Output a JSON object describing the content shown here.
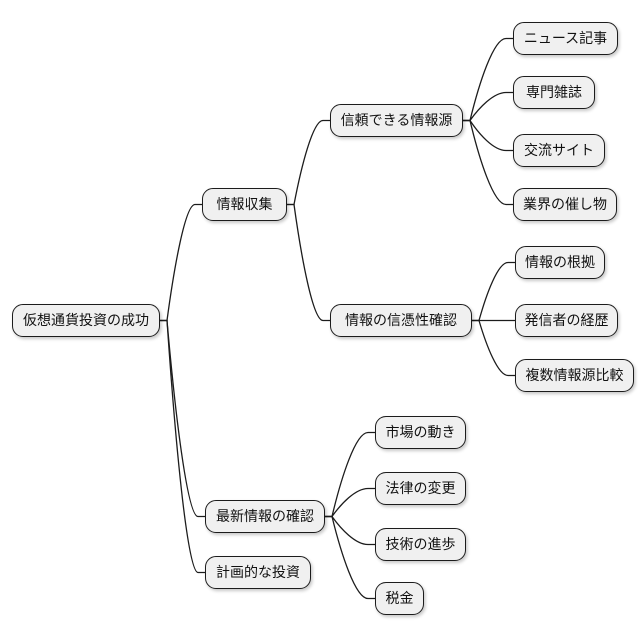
{
  "diagram": {
    "type": "mindmap",
    "colors": {
      "background": "#ffffff",
      "node_fill": "#f0f0f0",
      "node_border": "#1c1c1c",
      "link_stroke": "#1c1c1c",
      "text": "#111111"
    }
  },
  "nodes": {
    "root": {
      "label": "仮想通貨投資の成功",
      "level": 0
    },
    "info-gathering": {
      "label": "情報収集",
      "level": 1
    },
    "reliable-sources": {
      "label": "信頼できる情報源",
      "level": 2
    },
    "news-articles": {
      "label": "ニュース記事",
      "level": 3
    },
    "trade-magazines": {
      "label": "専門雑誌",
      "level": 3
    },
    "social-sites": {
      "label": "交流サイト",
      "level": 3
    },
    "industry-events": {
      "label": "業界の催し物",
      "level": 3
    },
    "credibility-check": {
      "label": "情報の信憑性確認",
      "level": 2
    },
    "info-basis": {
      "label": "情報の根拠",
      "level": 3
    },
    "author-background": {
      "label": "発信者の経歴",
      "level": 3
    },
    "multi-source-compare": {
      "label": "複数情報源比較",
      "level": 3
    },
    "latest-info-check": {
      "label": "最新情報の確認",
      "level": 1
    },
    "market-movement": {
      "label": "市場の動き",
      "level": 2
    },
    "legal-changes": {
      "label": "法律の変更",
      "level": 2
    },
    "tech-progress": {
      "label": "技術の進歩",
      "level": 2
    },
    "taxes": {
      "label": "税金",
      "level": 2
    },
    "planned-investment": {
      "label": "計画的な投資",
      "level": 1
    }
  },
  "edges": [
    [
      "root",
      "info-gathering"
    ],
    [
      "root",
      "latest-info-check"
    ],
    [
      "root",
      "planned-investment"
    ],
    [
      "info-gathering",
      "reliable-sources"
    ],
    [
      "info-gathering",
      "credibility-check"
    ],
    [
      "reliable-sources",
      "news-articles"
    ],
    [
      "reliable-sources",
      "trade-magazines"
    ],
    [
      "reliable-sources",
      "social-sites"
    ],
    [
      "reliable-sources",
      "industry-events"
    ],
    [
      "credibility-check",
      "info-basis"
    ],
    [
      "credibility-check",
      "author-background"
    ],
    [
      "credibility-check",
      "multi-source-compare"
    ],
    [
      "latest-info-check",
      "market-movement"
    ],
    [
      "latest-info-check",
      "legal-changes"
    ],
    [
      "latest-info-check",
      "tech-progress"
    ],
    [
      "latest-info-check",
      "taxes"
    ]
  ]
}
